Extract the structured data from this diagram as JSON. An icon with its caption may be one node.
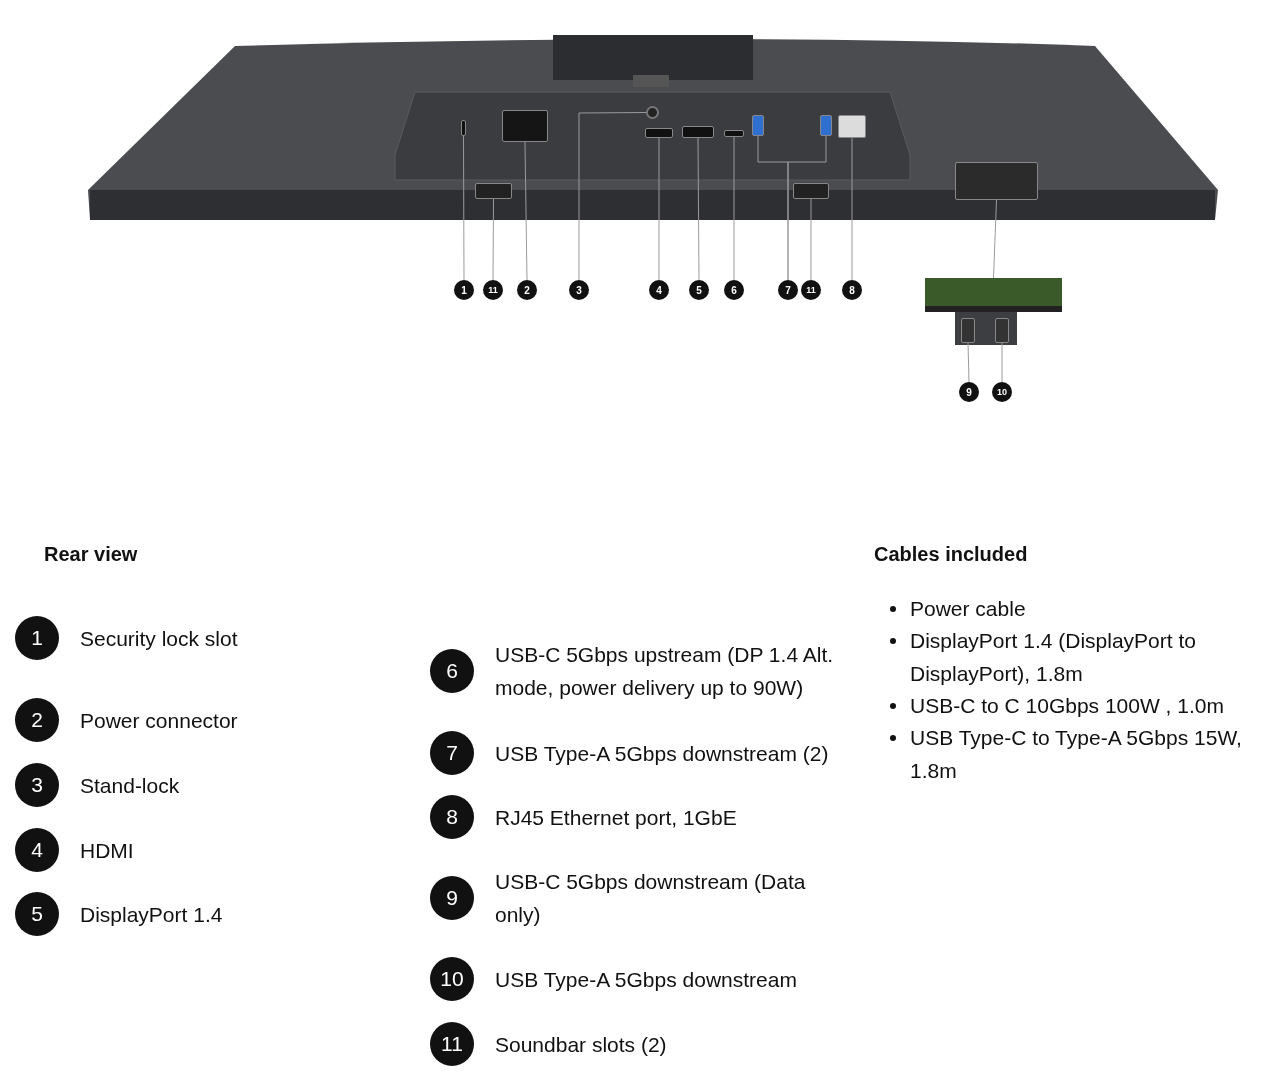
{
  "diagram": {
    "nodes": [
      {
        "text": [],
        "shape": "picture"
      },
      {
        "text": [],
        "shape": "bar",
        "in": 0
      },
      {
        "text": [],
        "shape": "box",
        "in": 0
      },
      {
        "text": [],
        "shape": "box",
        "in": 0
      },
      {
        "text": [],
        "shape": "circle",
        "in": 0
      },
      {
        "text": [],
        "shape": "box",
        "in": 0
      },
      {
        "text": [],
        "shape": "box",
        "in": 0
      },
      {
        "text": [],
        "shape": "box",
        "in": 0
      },
      {
        "text": [],
        "shape": "box",
        "in": 0
      },
      {
        "text": [],
        "shape": "box",
        "in": 0
      },
      {
        "text": [],
        "shape": "box",
        "in": 0
      },
      {
        "text": [],
        "shape": "box",
        "in": 0
      },
      {
        "text": [],
        "shape": "box",
        "in": 0
      },
      {
        "text": [],
        "shape": "picture"
      },
      {
        "text": [],
        "shape": "box",
        "in": 13
      },
      {
        "text": [],
        "shape": "box",
        "in": 13
      },
      {
        "text": [
          "1"
        ]
      },
      {
        "text": [
          "11"
        ]
      },
      {
        "text": [
          "2"
        ]
      },
      {
        "text": [
          "3"
        ]
      },
      {
        "text": [
          "4"
        ]
      },
      {
        "text": [
          "5"
        ]
      },
      {
        "text": [
          "6"
        ]
      },
      {
        "text": [
          "7"
        ]
      },
      {
        "text": [
          "11"
        ]
      },
      {
        "text": [
          "8"
        ]
      },
      {
        "text": [
          "9"
        ]
      },
      {
        "text": [
          "10"
        ]
      }
    ],
    "edges": [
      {
        "from": 16,
        "to": 1,
        "arrow": "none"
      },
      {
        "from": 17,
        "to": 2,
        "arrow": "none"
      },
      {
        "from": 18,
        "to": 3,
        "arrow": "none"
      },
      {
        "from": 19,
        "to": 4,
        "arrow": "none"
      },
      {
        "from": 20,
        "to": 5,
        "arrow": "none"
      },
      {
        "from": 21,
        "to": 6,
        "arrow": "none"
      },
      {
        "from": 22,
        "to": 7,
        "arrow": "none"
      },
      {
        "from": 23,
        "to": 8,
        "arrow": "none"
      },
      {
        "from": 23,
        "to": 9,
        "arrow": "none"
      },
      {
        "from": 24,
        "to": 10,
        "arrow": "none"
      },
      {
        "from": 25,
        "to": 11,
        "arrow": "none"
      },
      {
        "from": 12,
        "to": 13,
        "arrow": "none"
      },
      {
        "from": 26,
        "to": 14,
        "arrow": "none"
      },
      {
        "from": 27,
        "to": 15,
        "arrow": "none"
      }
    ],
    "labels": [
      "Rear view",
      "1",
      "Security lock slot",
      "2",
      "Power connector",
      "3",
      "Stand-lock",
      "4",
      "HDMI",
      "5",
      "DisplayPort 1.4",
      "6",
      "USB-C 5Gbps upstream (DP 1.4 Alt. mode, power delivery up to 90W)",
      "7",
      "USB Type-A 5Gbps downstream (2)",
      "8",
      "RJ45 Ethernet port, 1GbE",
      "9",
      "USB-C 5Gbps downstream (Data only)",
      "10",
      "USB Type-A 5Gbps downstream",
      "11",
      "Soundbar slots (2)",
      "Cables included",
      "Power cable",
      "DisplayPort 1.4 (DisplayPort to DisplayPort), 1.8m",
      "USB-C to C 10Gbps 100W , 1.0m",
      "USB Type-C to Type-A 5Gbps 15W, 1.8m"
    ]
  }
}
